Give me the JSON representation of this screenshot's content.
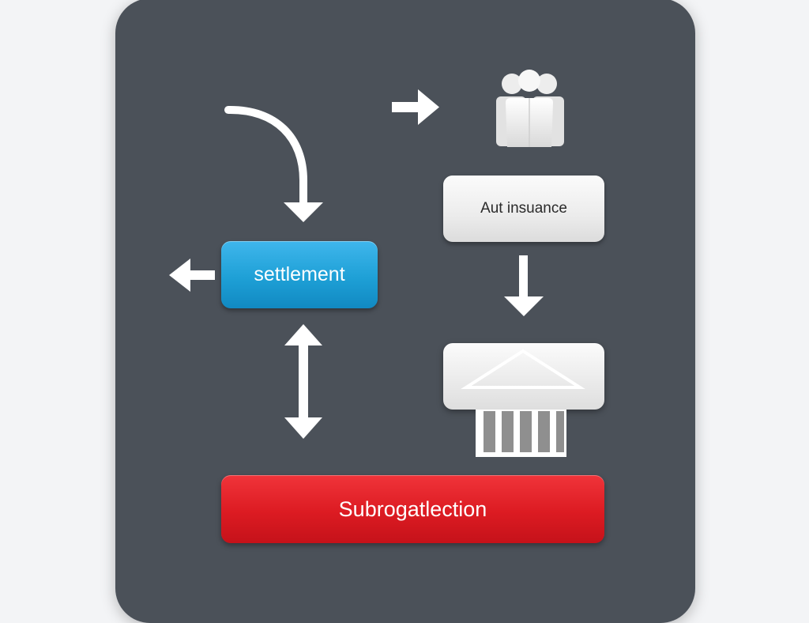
{
  "diagram": {
    "nodes": {
      "settlement": {
        "label": "settlement",
        "color": "#1ea0d6"
      },
      "insurance": {
        "label": "Aut insuance",
        "color": "#ececec"
      },
      "subrogation": {
        "label": "Subrogatlection",
        "color": "#dc1b22"
      }
    },
    "icons": {
      "people": "people-group-icon",
      "bank": "bank-building-icon"
    },
    "colors": {
      "panel": "#4b5159",
      "arrow": "#ffffff"
    }
  }
}
